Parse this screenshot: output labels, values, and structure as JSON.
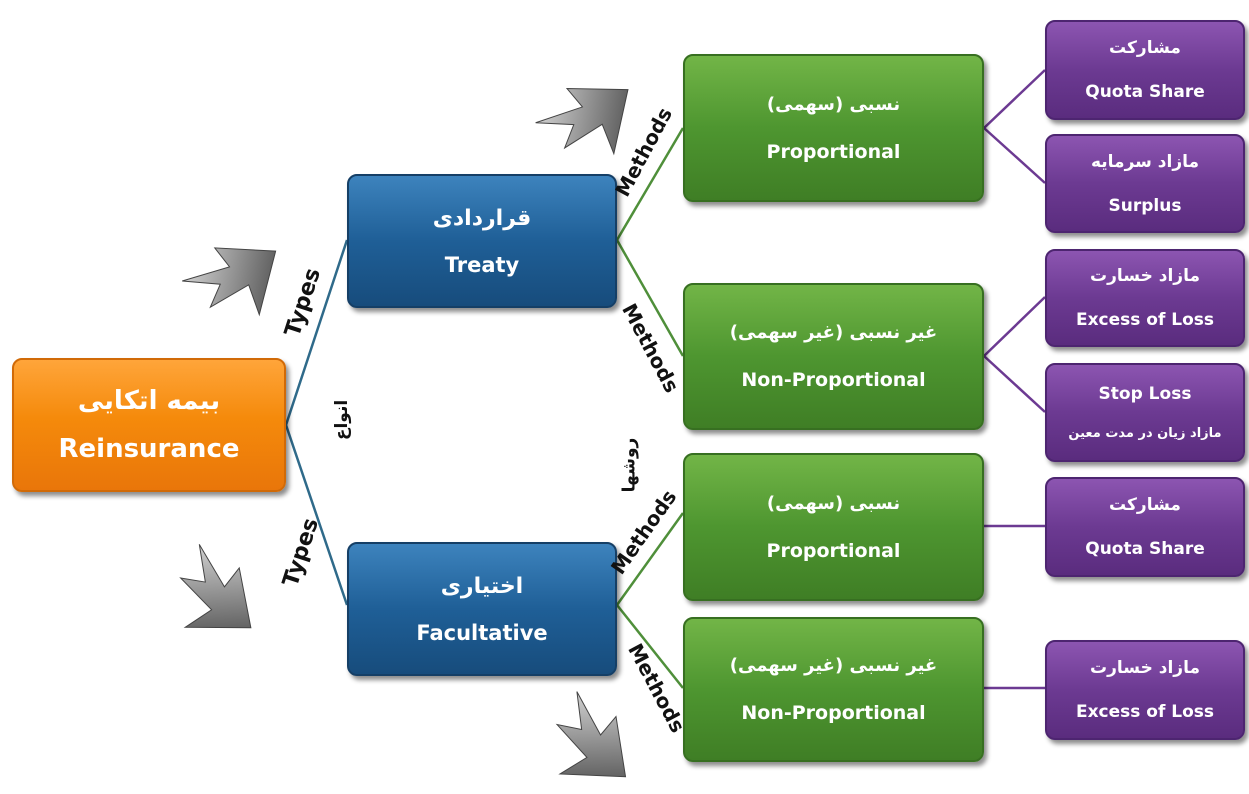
{
  "root": {
    "fa": "بیمه اتکایی",
    "en": "Reinsurance"
  },
  "types": [
    {
      "fa": "قراردادی",
      "en": "Treaty"
    },
    {
      "fa": "اختیاری",
      "en": "Facultative"
    }
  ],
  "methods": [
    {
      "fa": "نسبی (سهمی)",
      "en": "Proportional"
    },
    {
      "fa": "غیر نسبی (غیر سهمی)",
      "en": "Non-Proportional"
    },
    {
      "fa": "نسبی (سهمی)",
      "en": "Proportional"
    },
    {
      "fa": "غیر نسبی (غیر سهمی)",
      "en": "Non-Proportional"
    }
  ],
  "leaves": [
    {
      "fa": "مشارکت",
      "en": "Quota Share"
    },
    {
      "fa": "مازاد سرمایه",
      "en": "Surplus"
    },
    {
      "fa": "مازاد خسارت",
      "en": "Excess of Loss"
    },
    {
      "en": "Stop Loss",
      "fa": "مازاد زیان در مدت معین"
    },
    {
      "fa": "مشارکت",
      "en": "Quota Share"
    },
    {
      "fa": "مازاد خسارت",
      "en": "Excess of Loss"
    }
  ],
  "labels": {
    "types_en": "Types",
    "types_fa": "انواع",
    "methods_en": "Methods",
    "methods_fa": "روشها"
  }
}
